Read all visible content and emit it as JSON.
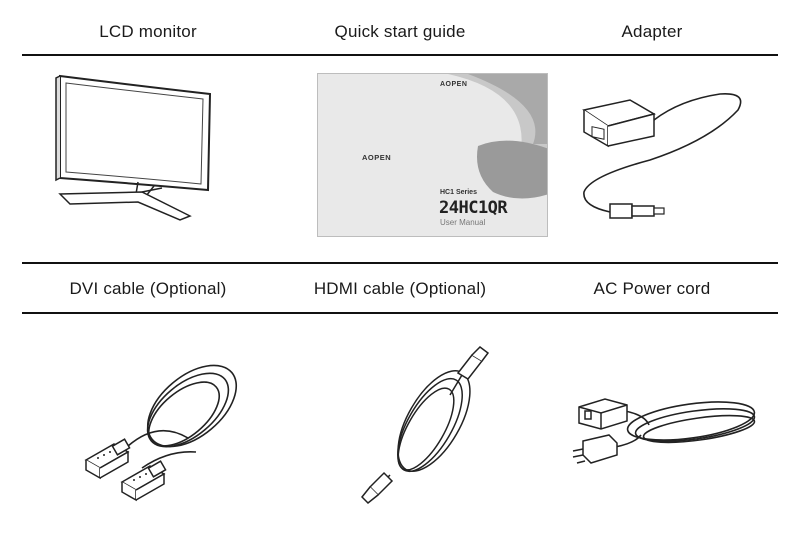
{
  "row1": {
    "labels": [
      "LCD monitor",
      "Quick start guide",
      "Adapter"
    ]
  },
  "row2": {
    "labels": [
      "DVI cable (Optional)",
      "HDMI cable (Optional)",
      "AC Power cord"
    ]
  },
  "guide": {
    "brand_top": "AOPEN",
    "brand_mid": "AOPEN",
    "series": "HC1 Series",
    "model": "24HC1QR",
    "manual": "User Manual"
  }
}
